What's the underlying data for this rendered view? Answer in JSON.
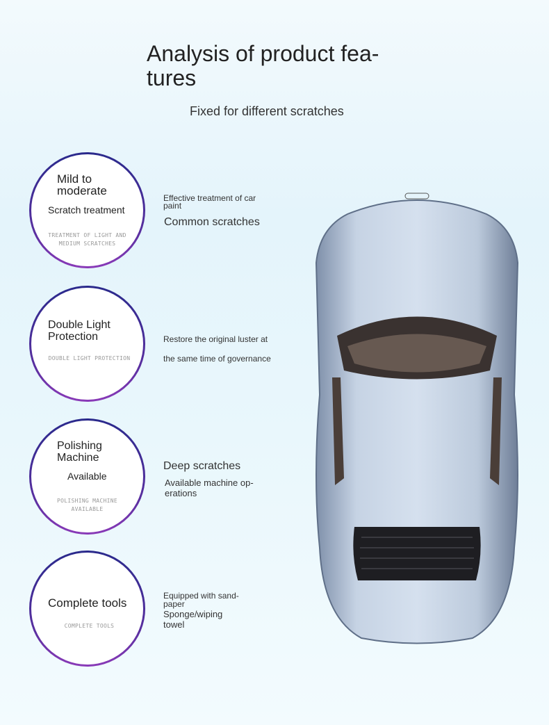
{
  "header": {
    "title": "Analysis of product fea- tures",
    "title_line1": "Analysis of product fea-",
    "title_line2": "tures",
    "subtitle": "Fixed for different scratches"
  },
  "features": [
    {
      "title_line1": "Mild to",
      "title_line2": "moderate",
      "subtitle": "Scratch treatment",
      "caption_line1": "TREATMENT OF LIGHT AND",
      "caption_line2": "MEDIUM SCRATCHES",
      "desc_line1": "Effective treatment of car",
      "desc_line2": "paint",
      "desc_main": "Common scratches"
    },
    {
      "title_line1": "Double Light",
      "title_line2": "Protection",
      "caption_line1": "DOUBLE LIGHT PROTECTION",
      "desc_line1": "Restore the original luster at",
      "desc_line2": "the same time of governance"
    },
    {
      "title_line1": "Polishing",
      "title_line2": "Machine",
      "subtitle": "Available",
      "caption_line1": "POLISHING MACHINE",
      "caption_line2": "AVAILABLE",
      "desc_main": "Deep scratches",
      "desc_line1": "Available machine op-",
      "desc_line2": "erations"
    },
    {
      "title_line1": "Complete tools",
      "caption_line1": "COMPLETE TOOLS",
      "desc_line1": "Equipped with sand-",
      "desc_line2": "paper",
      "desc_line3": "Sponge/wiping",
      "desc_line4": "towel"
    }
  ],
  "colors": {
    "ring_top": "#2a2a8c",
    "ring_bottom": "#8a3ab8",
    "car_body": "#b9c8dc"
  }
}
